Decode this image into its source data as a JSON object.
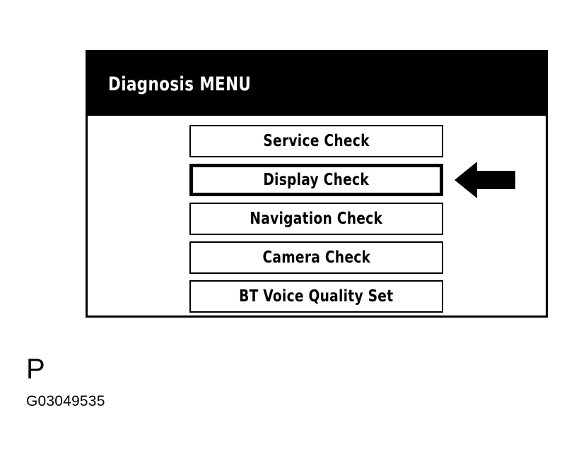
{
  "screen": {
    "title": "Diagnosis MENU",
    "menu_items": [
      {
        "label": "Service Check",
        "selected": false
      },
      {
        "label": "Display Check",
        "selected": true
      },
      {
        "label": "Navigation Check",
        "selected": false
      },
      {
        "label": "Camera Check",
        "selected": false
      },
      {
        "label": "BT Voice Quality Set",
        "selected": false
      }
    ]
  },
  "annotations": {
    "pointer_icon": "left-arrow-icon",
    "pointer_target": "Display Check",
    "callout_letter": "P",
    "figure_id": "G03049535"
  },
  "colors": {
    "background": "#ffffff",
    "titlebar_background": "#000000",
    "titlebar_text": "#ffffff",
    "button_border": "#000000",
    "button_background": "#ffffff",
    "button_text": "#000000",
    "arrow_fill": "#000000"
  }
}
